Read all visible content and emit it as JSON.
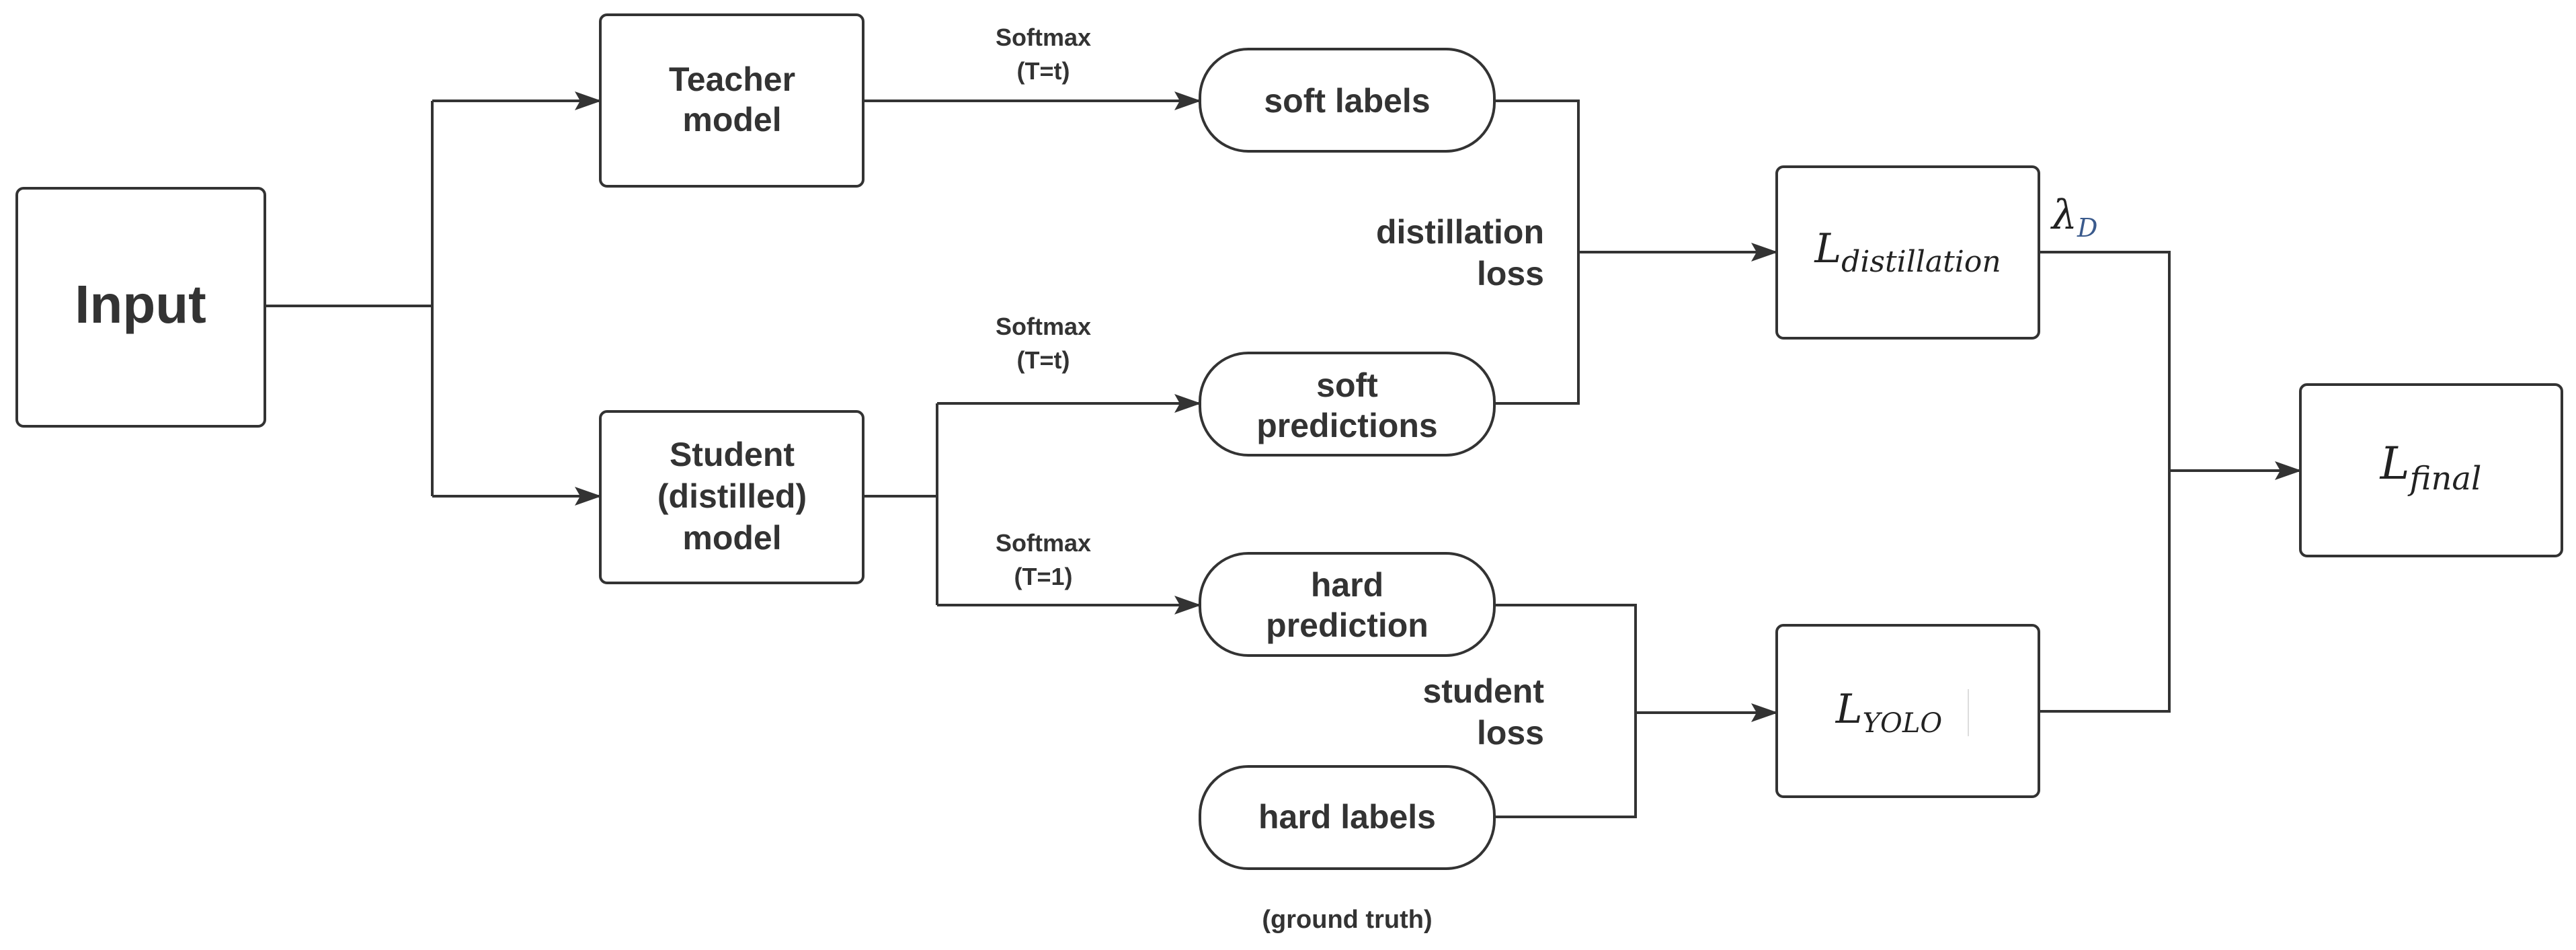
{
  "nodes": {
    "input": "Input",
    "teacher": [
      "Teacher",
      "model"
    ],
    "student": [
      "Student",
      "(distilled)",
      "model"
    ],
    "soft_labels": "soft labels",
    "soft_predictions": [
      "soft",
      "predictions"
    ],
    "hard_prediction": [
      "hard",
      "prediction"
    ],
    "hard_labels": "hard labels",
    "ground_truth": "(ground truth)",
    "loss_distillation": {
      "base": "L",
      "sub": "distillation"
    },
    "loss_yolo": {
      "base": "L",
      "sub": "YOLO"
    },
    "loss_final": {
      "base": "L",
      "sub": "final"
    }
  },
  "edges": {
    "softmax_teacher": [
      "Softmax",
      "(T=t)"
    ],
    "softmax_student_soft": [
      "Softmax",
      "(T=t)"
    ],
    "softmax_student_hard": [
      "Softmax",
      "(T=1)"
    ],
    "distillation_loss": [
      "distillation",
      "loss"
    ],
    "student_loss": [
      "student",
      "loss"
    ],
    "lambda": {
      "base": "λ",
      "sub": "D"
    }
  }
}
